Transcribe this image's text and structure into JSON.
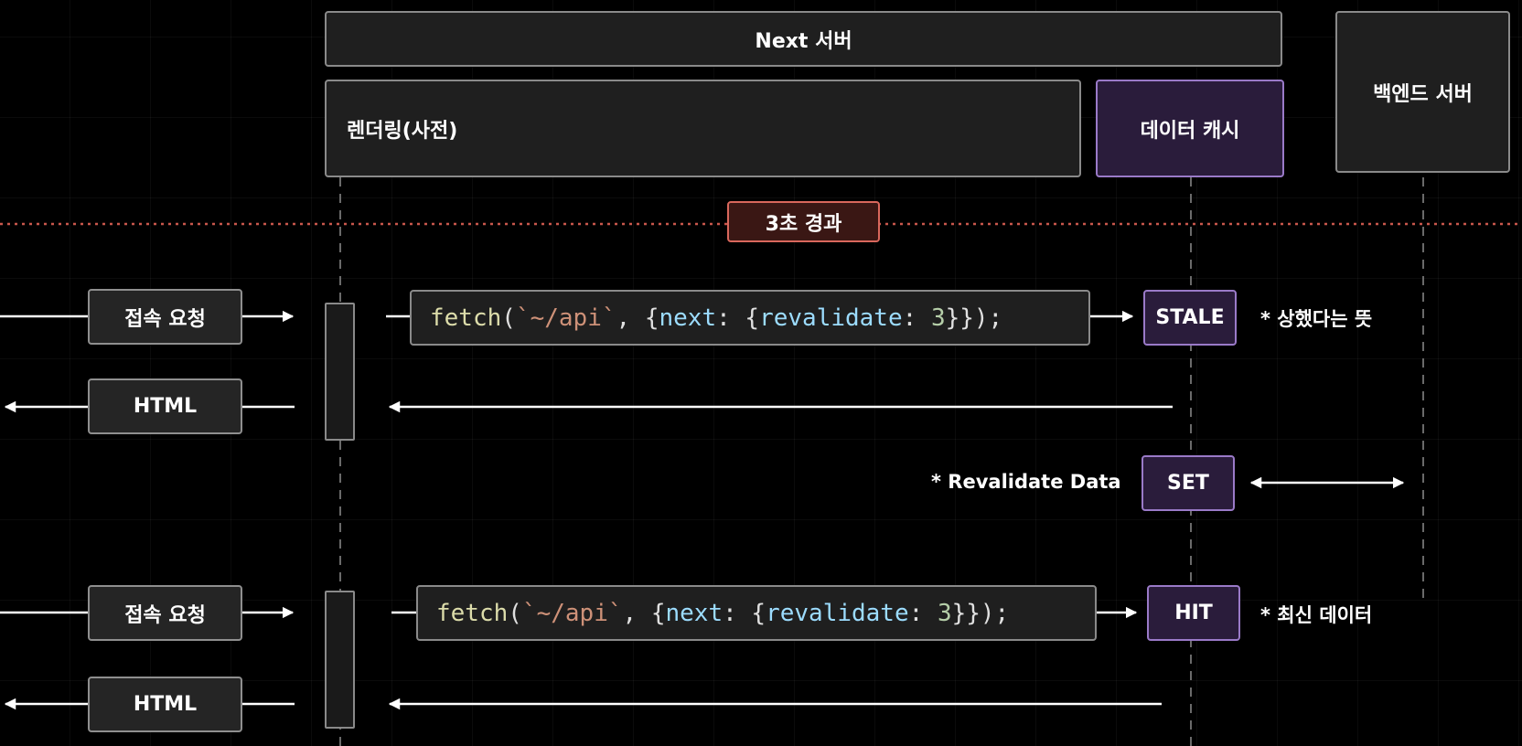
{
  "headers": {
    "next_server": "Next 서버",
    "backend_server": "백엔드 서버",
    "rendering": "렌더링(사전)",
    "data_cache": "데이터 캐시"
  },
  "timer_badge": "3초 경과",
  "rows": {
    "request_1": "접속 요청",
    "html_1": "HTML",
    "request_2": "접속 요청",
    "html_2": "HTML"
  },
  "fetch_1": {
    "fn": "fetch",
    "open": "(",
    "url": "`~/api`",
    "mid1": ", {",
    "key1": "next",
    "mid2": ": {",
    "key2": "revalidate",
    "mid3": ": ",
    "num": "3",
    "close": "}});"
  },
  "fetch_2": {
    "fn": "fetch",
    "open": "(",
    "url": "`~/api`",
    "mid1": ", {",
    "key1": "next",
    "mid2": ": {",
    "key2": "revalidate",
    "mid3": ": ",
    "num": "3",
    "close": "}});"
  },
  "cache_states": {
    "stale": "STALE",
    "set": "SET",
    "hit": "HIT"
  },
  "notes": {
    "stale_note": "* 상했다는 뜻",
    "revalidate_note": "* Revalidate Data",
    "hit_note": "* 최신 데이터"
  },
  "colors": {
    "background": "#000000",
    "box_fill": "#1f1f1f",
    "box_border": "#8a8a8a",
    "cache_fill": "#2a1c3b",
    "cache_border": "#9a7ac8",
    "timer_border": "#d9675c",
    "timer_line": "#c9574c",
    "arrow": "#ffffff"
  }
}
